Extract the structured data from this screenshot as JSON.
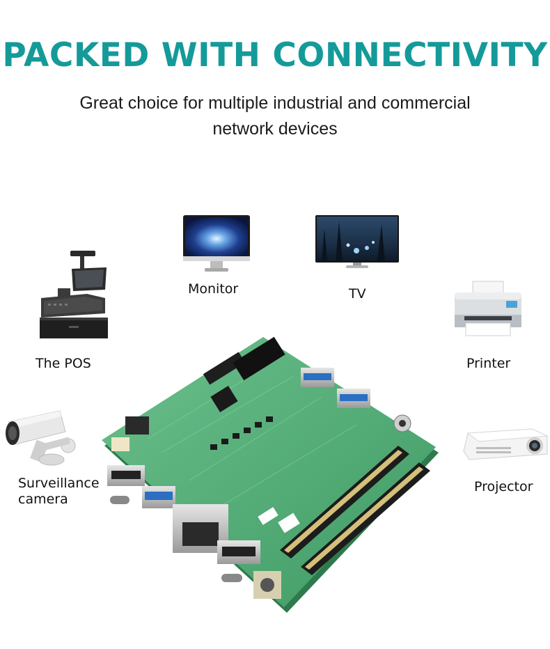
{
  "header": {
    "title": "PACKED WITH CONNECTIVITY",
    "subtitle_line1": "Great choice for multiple industrial and commercial",
    "subtitle_line2": "network devices"
  },
  "devices": {
    "monitor": "Monitor",
    "tv": "TV",
    "pos": "The POS",
    "printer": "Printer",
    "camera_line1": "Surveillance",
    "camera_line2": "camera",
    "projector": "Projector"
  },
  "colors": {
    "title": "#159a9a",
    "board": "#58b07a",
    "usb_blue": "#2a6fc2"
  },
  "icons": [
    "monitor-icon",
    "tv-icon",
    "pos-terminal-icon",
    "printer-icon",
    "security-camera-icon",
    "projector-icon",
    "motherboard-image"
  ]
}
